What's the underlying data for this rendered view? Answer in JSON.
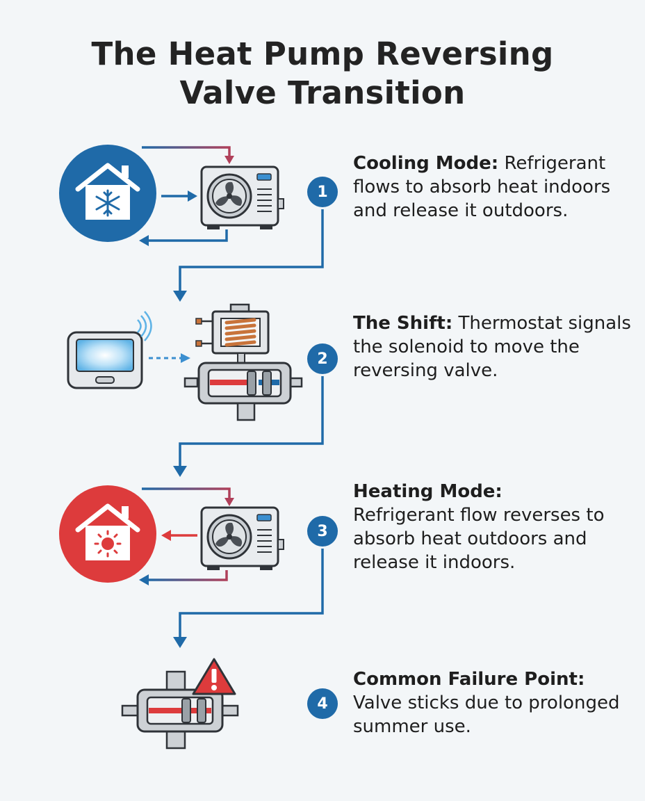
{
  "title": {
    "line1": "The Heat Pump Reversing",
    "line2": "Valve Transition"
  },
  "colors": {
    "blue": "#1f6aa8",
    "red": "#dd3b3c",
    "dark": "#2f3338",
    "metal": "#cdd1d5",
    "copper": "#c8733a"
  },
  "steps": [
    {
      "number": "1",
      "heading": "Cooling Mode:",
      "body": "Refrigerant flows to absorb heat indoors and release it outdoors.",
      "icon": "house-snowflake-icon"
    },
    {
      "number": "2",
      "heading": "The Shift:",
      "body": "Thermostat signals the solenoid to move the reversing valve.",
      "icon": "thermostat-icon"
    },
    {
      "number": "3",
      "heading": "Heating Mode:",
      "body": "Refrigerant flow reverses to absorb heat outdoors and release it indoors.",
      "icon": "house-sun-icon"
    },
    {
      "number": "4",
      "heading": "Common Failure Point:",
      "body": "Valve sticks due to prolonged summer use.",
      "icon": "warning-icon"
    }
  ]
}
